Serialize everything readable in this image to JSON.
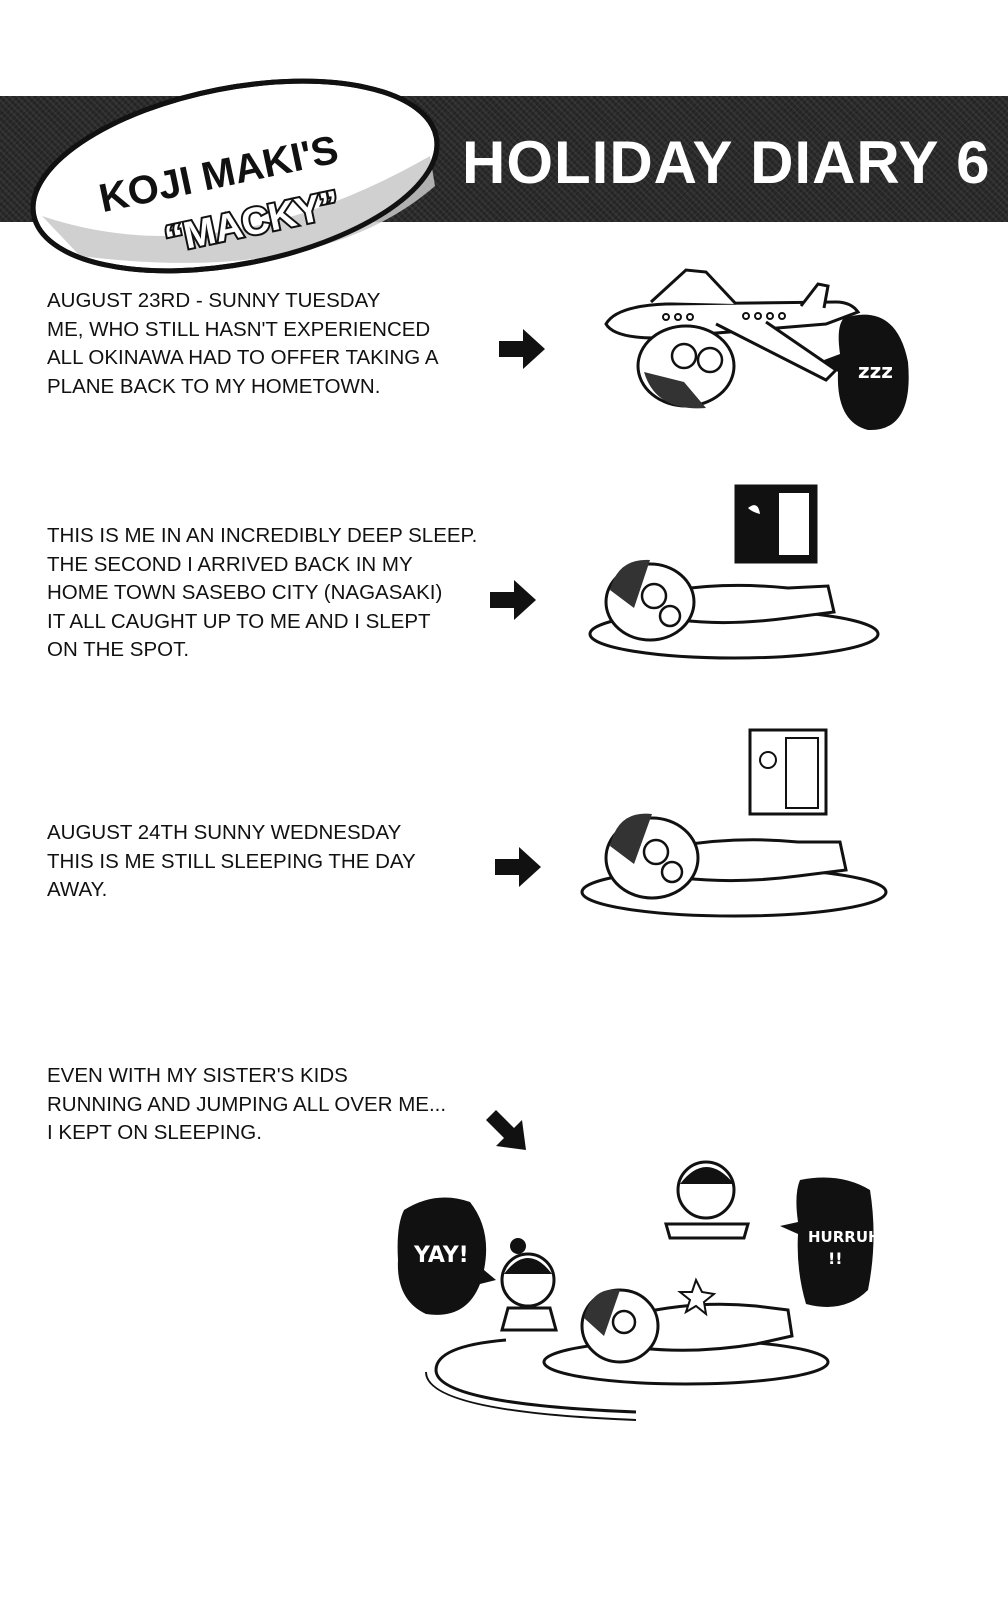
{
  "header": {
    "author_line": "KOJI MAKI'S",
    "nickname": "“MACKY”",
    "title": "HOLIDAY DIARY 6"
  },
  "entries": [
    {
      "text": "AUGUST 23RD - SUNNY TUESDAY\nME, WHO STILL HASN'T EXPERIENCED\nALL OKINAWA HAD TO OFFER TAKING A\nPLANE BACK TO MY HOMETOWN."
    },
    {
      "text": "THIS IS ME IN AN INCREDIBLY DEEP SLEEP.\nTHE SECOND I ARRIVED BACK IN MY\nHOME TOWN SASEBO CITY (NAGASAKI)\nIT ALL CAUGHT UP TO ME AND I SLEPT\nON THE SPOT."
    },
    {
      "text": "AUGUST 24TH SUNNY WEDNESDAY\nTHIS IS ME STILL SLEEPING THE DAY\nAWAY."
    },
    {
      "text": "EVEN WITH MY SISTER'S KIDS\nRUNNING AND JUMPING ALL OVER ME...\n I KEPT ON SLEEPING."
    }
  ],
  "bubbles": {
    "zzz": "zzz",
    "yay": "YAY!",
    "hurruh_1": "HURRUH",
    "hurruh_2": "!!"
  },
  "colors": {
    "banner": "#2a2a2a",
    "badge": "#c8c8c8",
    "ink": "#111111"
  }
}
